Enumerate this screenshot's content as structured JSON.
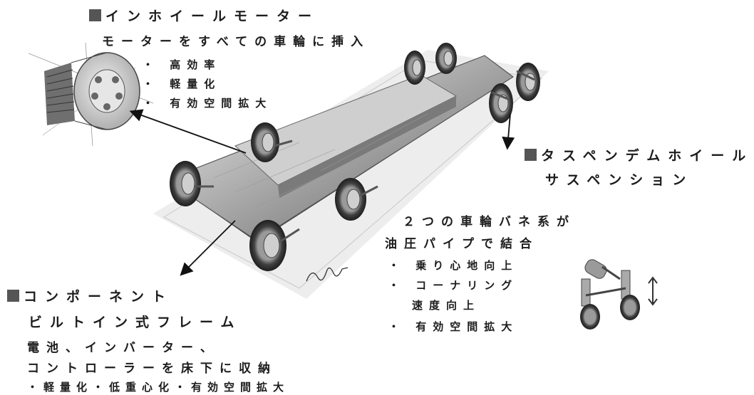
{
  "inwheel": {
    "title": "インホイールモーター",
    "subtitle": "モーターをすべての車輪に挿入",
    "bullets": [
      "・ 高効率",
      "・ 軽量化",
      "・ 有効空間拡大"
    ]
  },
  "tandem": {
    "title_line1": "タスペンデムホイール",
    "title_line2": "サスペンション",
    "desc_line1": "２つの車輪バネ系が",
    "desc_line2": "油圧パイプで結合",
    "bullets": [
      "・ 乗り心地向上",
      "・ コーナリング",
      "速度向上",
      "・ 有効空間拡大"
    ]
  },
  "frame": {
    "title_line1": "コンポーネント",
    "title_line2": "ビルトイン式フレーム",
    "desc_line1": "電池、インバーター、",
    "desc_line2": "コントローラーを床下に収納",
    "bullets": "・軽量化・低重心化・有効空間拡大"
  }
}
